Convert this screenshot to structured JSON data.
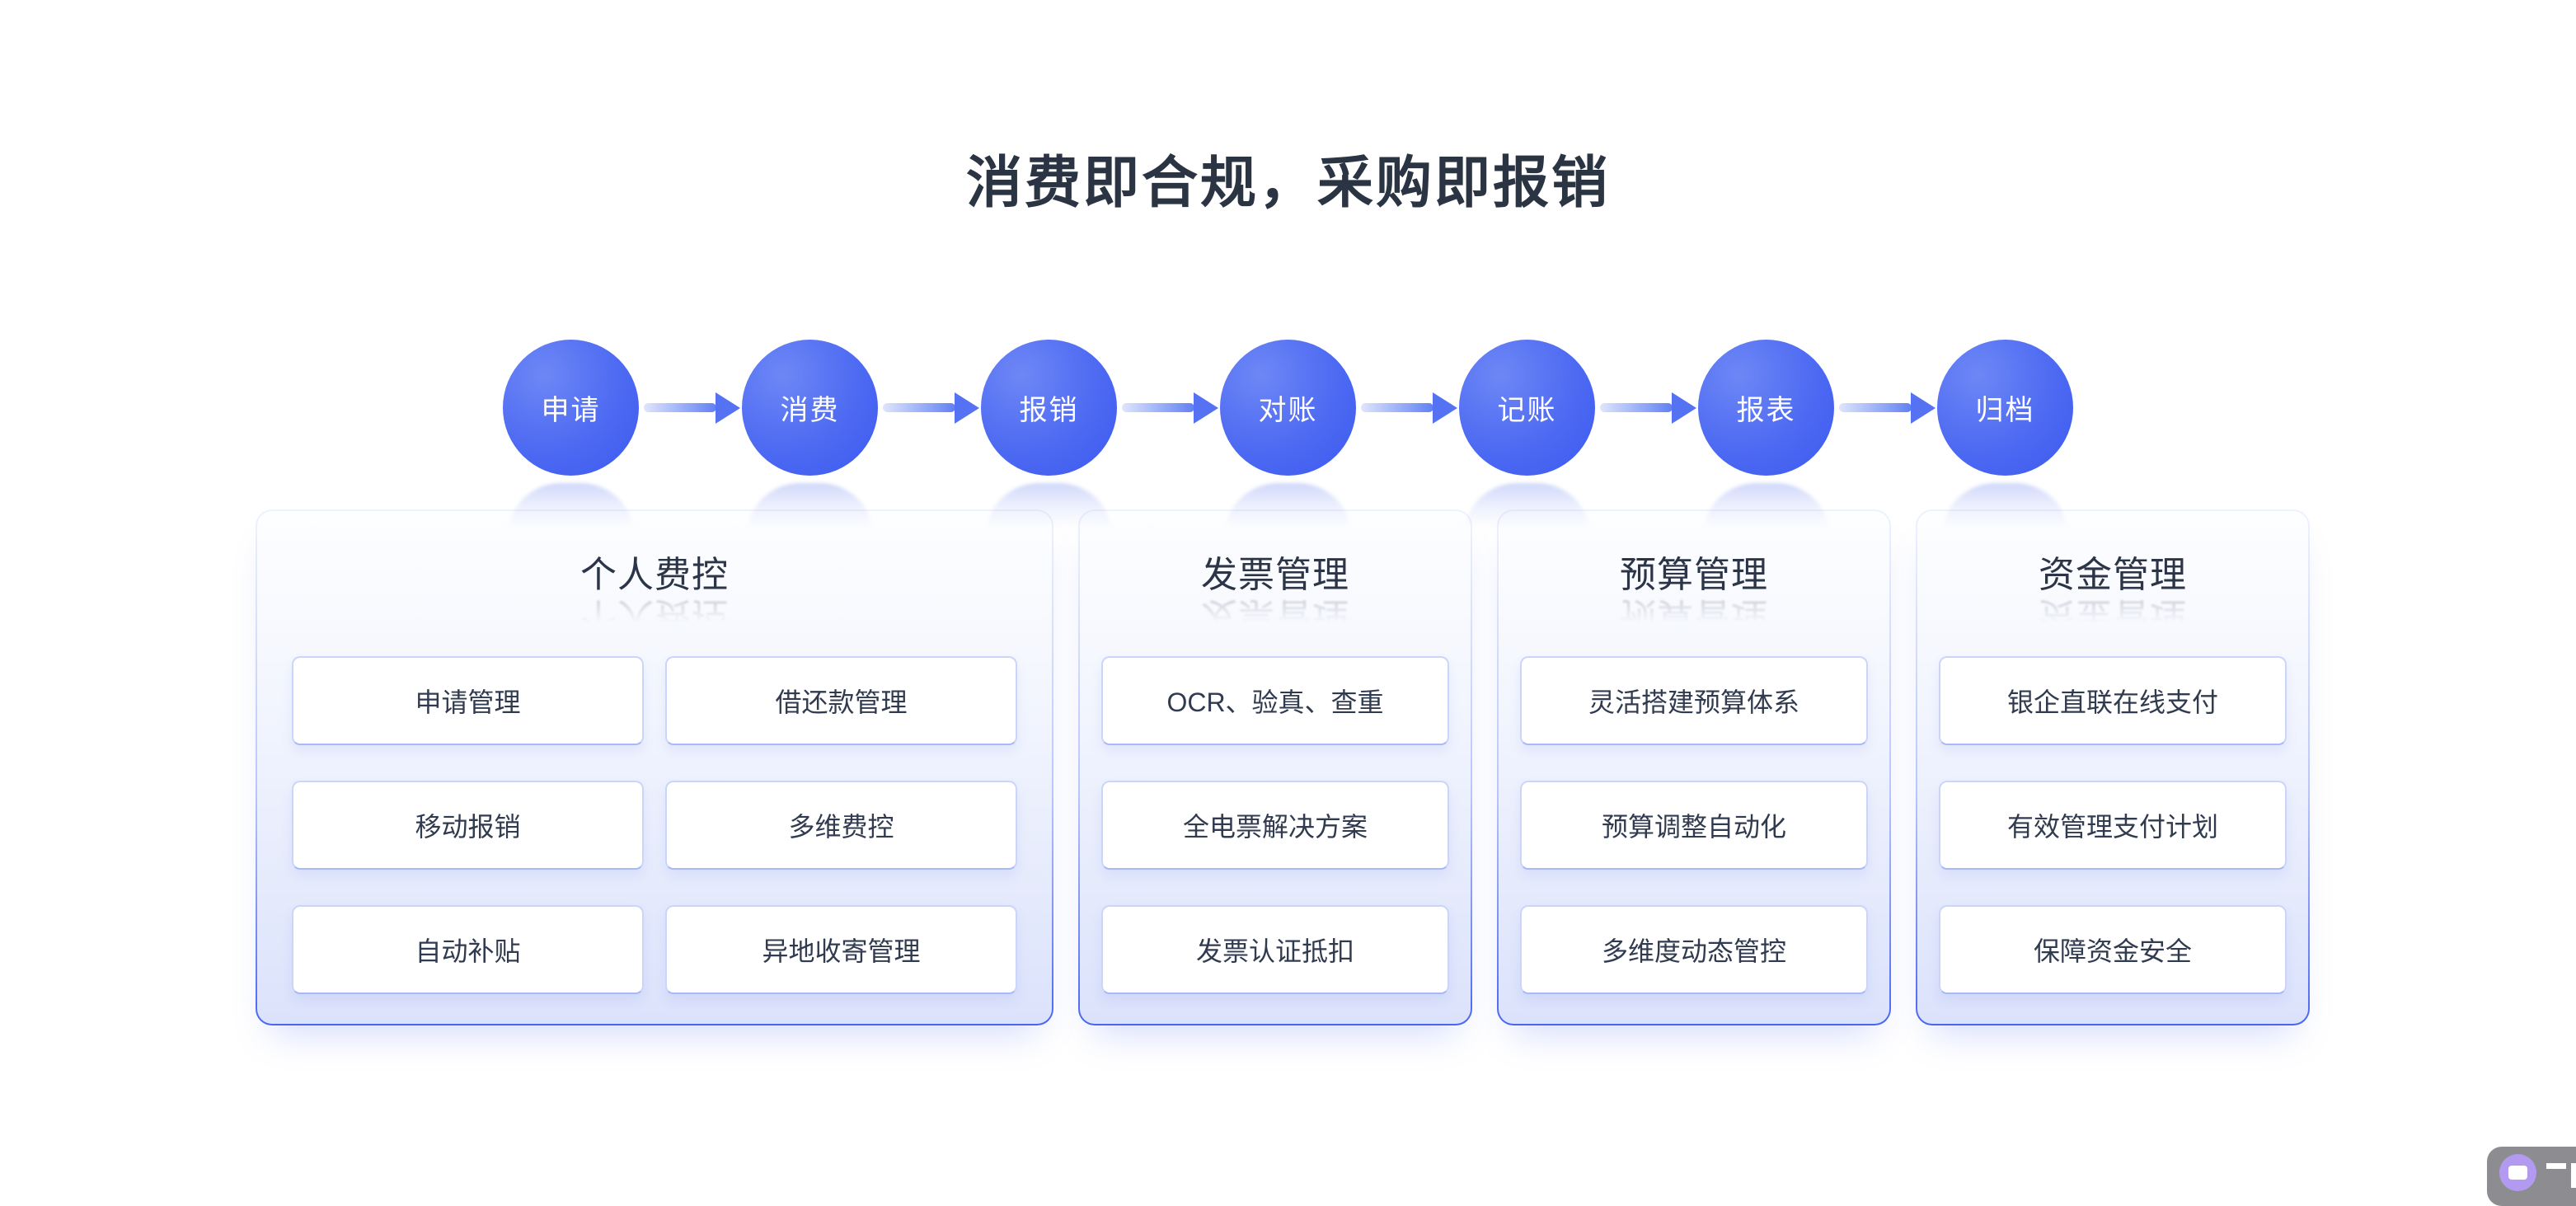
{
  "page": {
    "title": "消费即合规，采购即报销"
  },
  "flow": {
    "steps": [
      "申请",
      "消费",
      "报销",
      "对账",
      "记账",
      "报表",
      "归档"
    ]
  },
  "sections": [
    {
      "title": "个人费控",
      "items": [
        "申请管理",
        "借还款管理",
        "移动报销",
        "多维费控",
        "自动补贴",
        "异地收寄管理"
      ]
    },
    {
      "title": "发票管理",
      "items": [
        "OCR、验真、查重",
        "全电票解决方案",
        "发票认证抵扣"
      ]
    },
    {
      "title": "预算管理",
      "items": [
        "灵活搭建预算体系",
        "预算调整自动化",
        "多维度动态管控"
      ]
    },
    {
      "title": "资金管理",
      "items": [
        "银企直联在线支付",
        "有效管理支付计划",
        "保障资金安全"
      ]
    }
  ],
  "colors": {
    "accent_blue": "#4d6af2",
    "circle_gradient_light": "#6e87f6",
    "circle_gradient_dark": "#3c59f0",
    "arrow_blue": "#5572f3",
    "title_text": "#2b3443",
    "card_text": "#313b4f",
    "card_bg_top": "#fdfeff",
    "card_bg_bottom": "#dbe2fb",
    "card_border_bottom": "#4a66f0",
    "item_border": "#cbd5fa",
    "widget_gray": "#8d8d91",
    "widget_purple": "#b19af0"
  }
}
